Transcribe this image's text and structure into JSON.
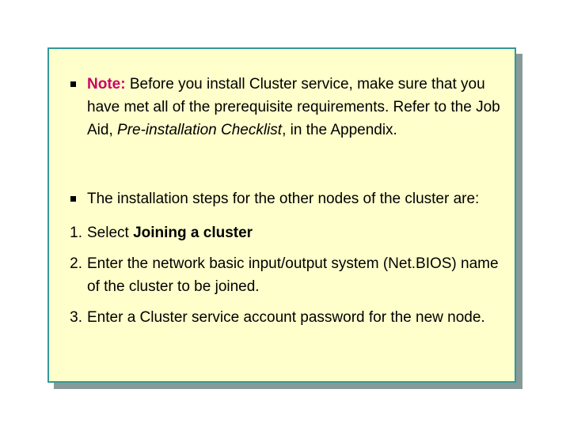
{
  "slide": {
    "colors": {
      "background": "#ffffcc",
      "border": "#339999",
      "shadow": "#869a9a",
      "note_accent": "#cc0066",
      "text": "#000000"
    },
    "blocks": [
      {
        "marker": "square-bullet",
        "note_label": "Note:",
        "text_after_label": " Before you install Cluster service, make sure that you have met all of the prerequisite requirements. Refer to the Job Aid, ",
        "italic_text": "Pre-installation Checklist",
        "text_tail": ", in the Appendix."
      },
      {
        "marker": "square-bullet",
        "text": "The installation steps for the other nodes of the cluster are:"
      },
      {
        "marker": "1.",
        "text_lead": "Select ",
        "bold_text": "Joining a cluster"
      },
      {
        "marker": "2.",
        "text": "Enter the network basic input/output system (Net.BIOS) name of the cluster to be joined."
      },
      {
        "marker": "3.",
        "text": "Enter a Cluster service account password for the new node."
      }
    ]
  }
}
